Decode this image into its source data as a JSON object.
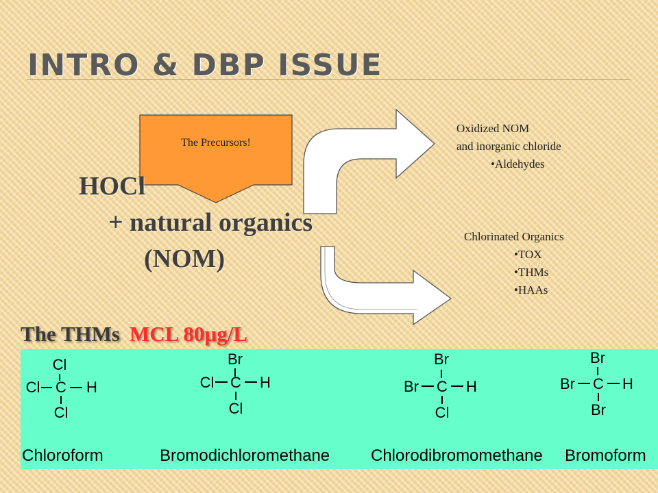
{
  "slide": {
    "title": "INTRO & DBP ISSUE",
    "precursor_label": "The Precursors!",
    "formula": {
      "line1": "HOCl",
      "line2": "+ natural organics",
      "line3": "(NOM)"
    },
    "top_products": {
      "line1": "Oxidized NOM",
      "line2": "and inorganic chloride",
      "bullets": [
        "Aldehydes"
      ]
    },
    "bottom_products": {
      "heading": "Chlorinated Organics",
      "bullets": [
        "TOX",
        "THMs",
        "HAAs"
      ]
    },
    "thms": {
      "label": "The THMs",
      "mcl": "MCL 80µg/L"
    },
    "molecules": [
      {
        "name": "Chloroform",
        "top": "Cl",
        "left": "Cl",
        "center": "C",
        "right": "H",
        "bottom": "Cl"
      },
      {
        "name": "Bromodichloromethane",
        "top": "Br",
        "left": "Cl",
        "center": "C",
        "right": "H",
        "bottom": "Cl"
      },
      {
        "name": "Chlorodibromomethane",
        "top": "Br",
        "left": "Br",
        "center": "C",
        "right": "H",
        "bottom": "Cl"
      },
      {
        "name": "Bromoform",
        "top": "Br",
        "left": "Br",
        "center": "C",
        "right": "H",
        "bottom": "Br"
      }
    ],
    "colors": {
      "precursor_arrow": "#ff9933",
      "panel": "#66ffcc",
      "mcl": "#ff2a2a"
    }
  }
}
